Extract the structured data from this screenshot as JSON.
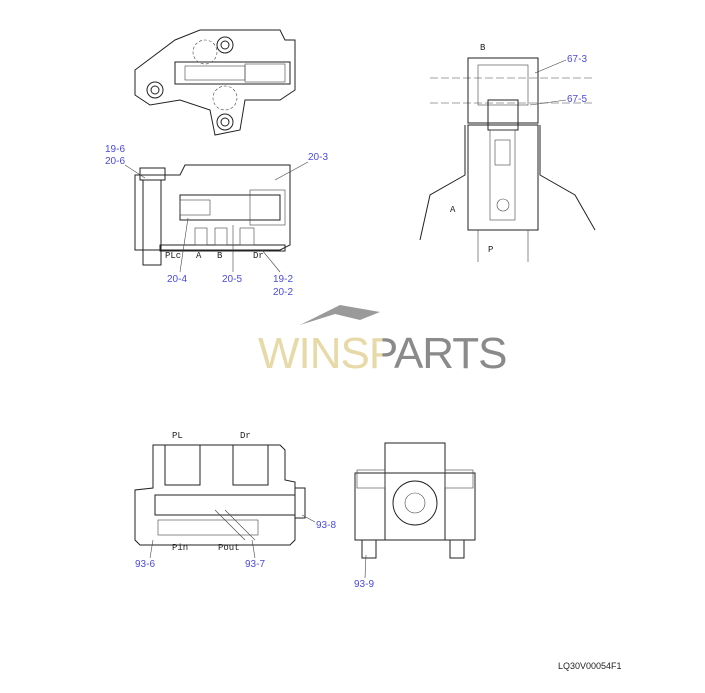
{
  "drawing": {
    "top_view_labels": {
      "l19_6": "19-6",
      "l20_6": "20-6",
      "l20_3": "20-3",
      "l20_4": "20-4",
      "l20_5": "20-5",
      "l19_2": "19-2",
      "l20_2": "20-2"
    },
    "top_view_ports": {
      "plc": "PLc",
      "a": "A",
      "b": "B",
      "dr": "Dr"
    },
    "section_view": {
      "b": "B",
      "a": "A",
      "p": "P",
      "l67_3": "67-3",
      "l67_5": "67-5"
    },
    "bottom_view_ports": {
      "pl": "PL",
      "dr": "Dr",
      "pin": "Pin",
      "pout": "Pout"
    },
    "bottom_view_labels": {
      "l93_6": "93-6",
      "l93_7": "93-7",
      "l93_8": "93-8",
      "l93_9": "93-9"
    },
    "watermark": "WINSPARTS",
    "drawing_code": "LQ30V00054F1",
    "colors": {
      "label": "#4a4ae0",
      "watermark_gold": "#e8d9a8",
      "watermark_gray": "#8a8a8a"
    }
  }
}
